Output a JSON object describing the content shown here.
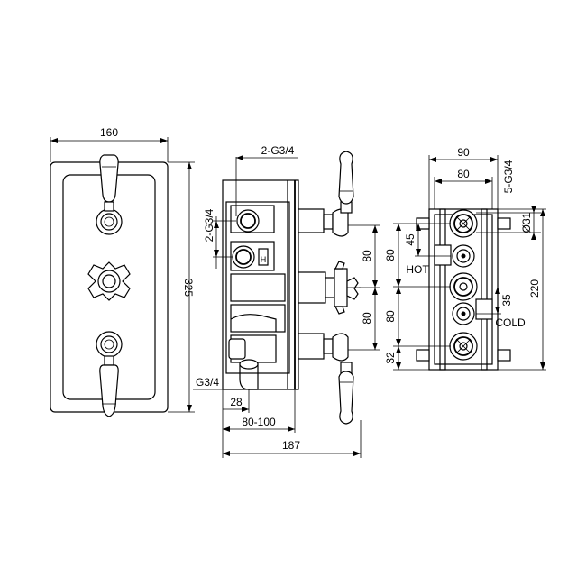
{
  "dimensions": {
    "front_width": "160",
    "front_height": "325",
    "side_inlets_top": "2-G3/4",
    "side_inlets_left": "2-G3/4",
    "side_spacing_upper": "80",
    "side_spacing_lower": "80",
    "side_outlet": "G3/4",
    "side_28": "28",
    "side_depth_range": "80-100",
    "side_total_depth": "187",
    "rear_width_outer": "90",
    "rear_width_inner": "80",
    "rear_outlets": "5-G3/4",
    "rear_diameter": "Ø31",
    "rear_45": "45",
    "rear_80_upper": "80",
    "rear_80_lower": "80",
    "rear_35": "35",
    "rear_32": "32",
    "rear_height": "220"
  },
  "labels": {
    "hot": "HOT",
    "cold": "COLD",
    "hot_marker": "H"
  }
}
